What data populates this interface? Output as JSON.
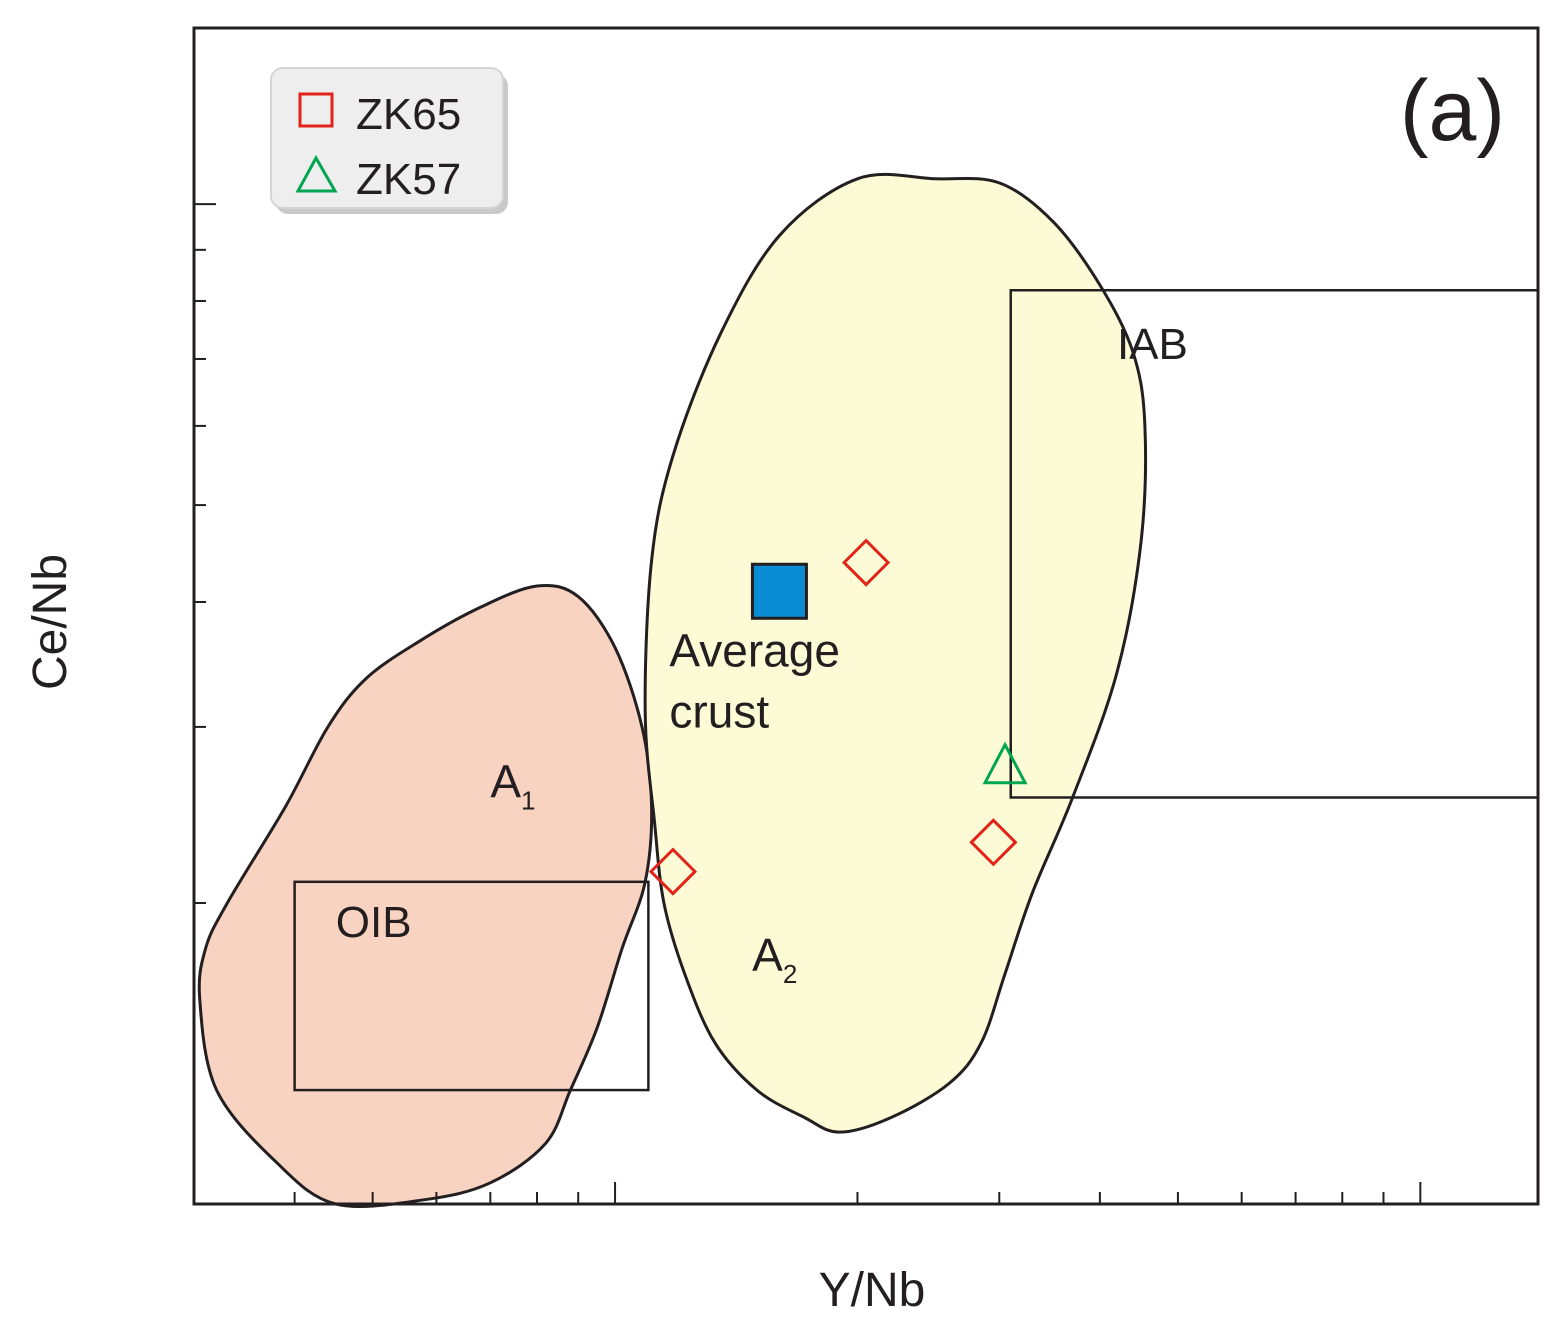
{
  "chart_data": {
    "type": "scatter",
    "panel_label": "(a)",
    "xlabel": "Y/Nb",
    "ylabel": "Ce/Nb",
    "xscale": "log",
    "yscale": "log",
    "xlim": [
      0.3,
      14
    ],
    "ylim": [
      1,
      15
    ],
    "grid": false,
    "legend": {
      "placement": "top-left",
      "entries": [
        {
          "label": "ZK65",
          "marker": "square-open",
          "color": "#e2231a"
        },
        {
          "label": "ZK57",
          "marker": "triangle-open",
          "color": "#00a651"
        }
      ]
    },
    "series": [
      {
        "name": "ZK65",
        "marker": "diamond-open",
        "color": "#e2231a",
        "x": [
          1.18,
          2.05,
          2.95
        ],
        "y": [
          2.15,
          4.38,
          2.3
        ]
      },
      {
        "name": "ZK57",
        "marker": "triangle-open",
        "color": "#00a651",
        "x": [
          3.05
        ],
        "y": [
          2.75
        ]
      }
    ],
    "reference_point": {
      "label_line1": "Average",
      "label_line2": "crust",
      "x": 1.6,
      "y": 4.1,
      "color": "#0b8dd3"
    },
    "fields": [
      {
        "label": "A",
        "subscript": "1",
        "fill": "#f9d3c1",
        "outline": [
          [
            0.45,
            1.0
          ],
          [
            0.38,
            1.1
          ],
          [
            0.32,
            1.3
          ],
          [
            0.305,
            1.6
          ],
          [
            0.31,
            1.8
          ],
          [
            0.33,
            2.0
          ],
          [
            0.39,
            2.5
          ],
          [
            0.44,
            3.0
          ],
          [
            0.49,
            3.35
          ],
          [
            0.57,
            3.65
          ],
          [
            0.68,
            3.95
          ],
          [
            0.8,
            4.15
          ],
          [
            0.9,
            4.05
          ],
          [
            1.0,
            3.6
          ],
          [
            1.08,
            3.0
          ],
          [
            1.11,
            2.5
          ],
          [
            1.09,
            2.1
          ],
          [
            1.02,
            1.8
          ],
          [
            0.95,
            1.5
          ],
          [
            0.88,
            1.3
          ],
          [
            0.82,
            1.15
          ],
          [
            0.7,
            1.05
          ],
          [
            0.58,
            1.01
          ],
          [
            0.45,
            1.0
          ]
        ]
      },
      {
        "label": "A",
        "subscript": "2",
        "fill": "#fdfbd6",
        "outline": [
          [
            2.5,
            10.6
          ],
          [
            2.0,
            10.6
          ],
          [
            1.6,
            9.3
          ],
          [
            1.35,
            7.4
          ],
          [
            1.18,
            5.6
          ],
          [
            1.11,
            4.4
          ],
          [
            1.09,
            3.1
          ],
          [
            1.12,
            2.4
          ],
          [
            1.15,
            2.0
          ],
          [
            1.22,
            1.7
          ],
          [
            1.33,
            1.45
          ],
          [
            1.5,
            1.3
          ],
          [
            1.72,
            1.22
          ],
          [
            1.9,
            1.18
          ],
          [
            2.2,
            1.22
          ],
          [
            2.6,
            1.32
          ],
          [
            2.85,
            1.45
          ],
          [
            3.05,
            1.7
          ],
          [
            3.3,
            2.05
          ],
          [
            3.7,
            2.55
          ],
          [
            4.2,
            3.4
          ],
          [
            4.5,
            4.6
          ],
          [
            4.55,
            6.0
          ],
          [
            4.4,
            7.1
          ],
          [
            4.0,
            8.3
          ],
          [
            3.5,
            9.6
          ],
          [
            3.0,
            10.5
          ],
          [
            2.5,
            10.6
          ]
        ]
      }
    ],
    "boxes": [
      {
        "label": "OIB",
        "x": [
          0.4,
          1.1
        ],
        "y": [
          1.3,
          2.1
        ]
      },
      {
        "label": "IAB",
        "x": [
          3.1,
          14
        ],
        "y": [
          2.55,
          8.2
        ]
      }
    ]
  }
}
